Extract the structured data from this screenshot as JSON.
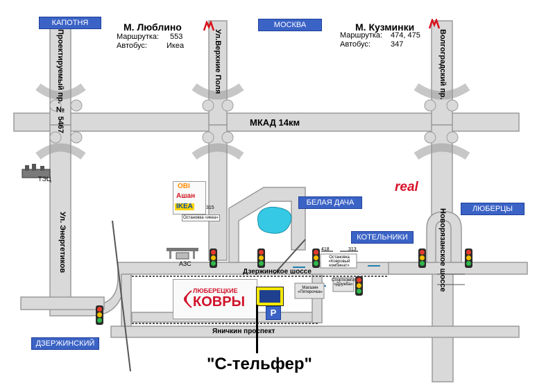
{
  "districts": {
    "kapotnya": "КАПОТНЯ",
    "moskva": "МОСКВА",
    "belaya_dacha": "БЕЛАЯ ДАЧА",
    "kotelniki": "КОТЕЛЬНИКИ",
    "lyubertsy": "ЛЮБЕРЦЫ",
    "dzerzhinsky": "ДЗЕРЖИНСКИЙ"
  },
  "metro": {
    "lyublino": {
      "name": "М. Люблино",
      "route_label": "Маршрутка:",
      "route_value": "553",
      "bus_label": "Автобус:",
      "bus_value": "Икеа"
    },
    "kuzminki": {
      "name": "М. Кузминки",
      "route_label": "Маршрутка:",
      "route_value": "474, 475",
      "bus_label": "Автобус:",
      "bus_value": "347"
    }
  },
  "roads": {
    "mkad": "МКАД 14км",
    "proektiruemy": "Проектируемый пр. № 5467",
    "verkhnie_polya": "Ул.Верхние Поля",
    "volgogradsky": "Волгоградский пр.",
    "energetikov": "Ул. Энергетиков",
    "dzerzhinskoe": "Дзержинское шоссе",
    "yanichkin": "Яничкин проспект",
    "novoryazanskoe": "Новорязанское шоссе"
  },
  "places": {
    "tec": "ТЭЦ",
    "azs": "АЗС",
    "obi": "OBI",
    "auchan": "Ашан",
    "ikea": "IKEA",
    "ikea_stop": "Остановка «икеа»",
    "ikea_route": "315",
    "real": "real",
    "stop_kovrovy": "Остановка «Ковровый комбинат»",
    "route_418": "418",
    "route_313": "313",
    "pyaterochka": "Магазин «Пятерочка»",
    "sport_complex": "Спорткомпл. «Дружба»",
    "parking": "P",
    "kovry_small": "ЛЮБЕРЕЦКИЕ",
    "kovry_big": "КОВРЫ"
  },
  "target": {
    "label": "\"С-тельфер\""
  },
  "colors": {
    "road": "#d9d9d9",
    "road_edge": "#9a9a9a",
    "label_blue": "#3b63c6",
    "target_yellow": "#f6e900",
    "target_blue": "#1f3f8f",
    "lake": "#36c9e6",
    "kovry_red": "#d0122a"
  },
  "icons": [
    "metro-icon",
    "traffic-light-icon",
    "parking-icon",
    "gas-station-icon",
    "factory-icon"
  ]
}
